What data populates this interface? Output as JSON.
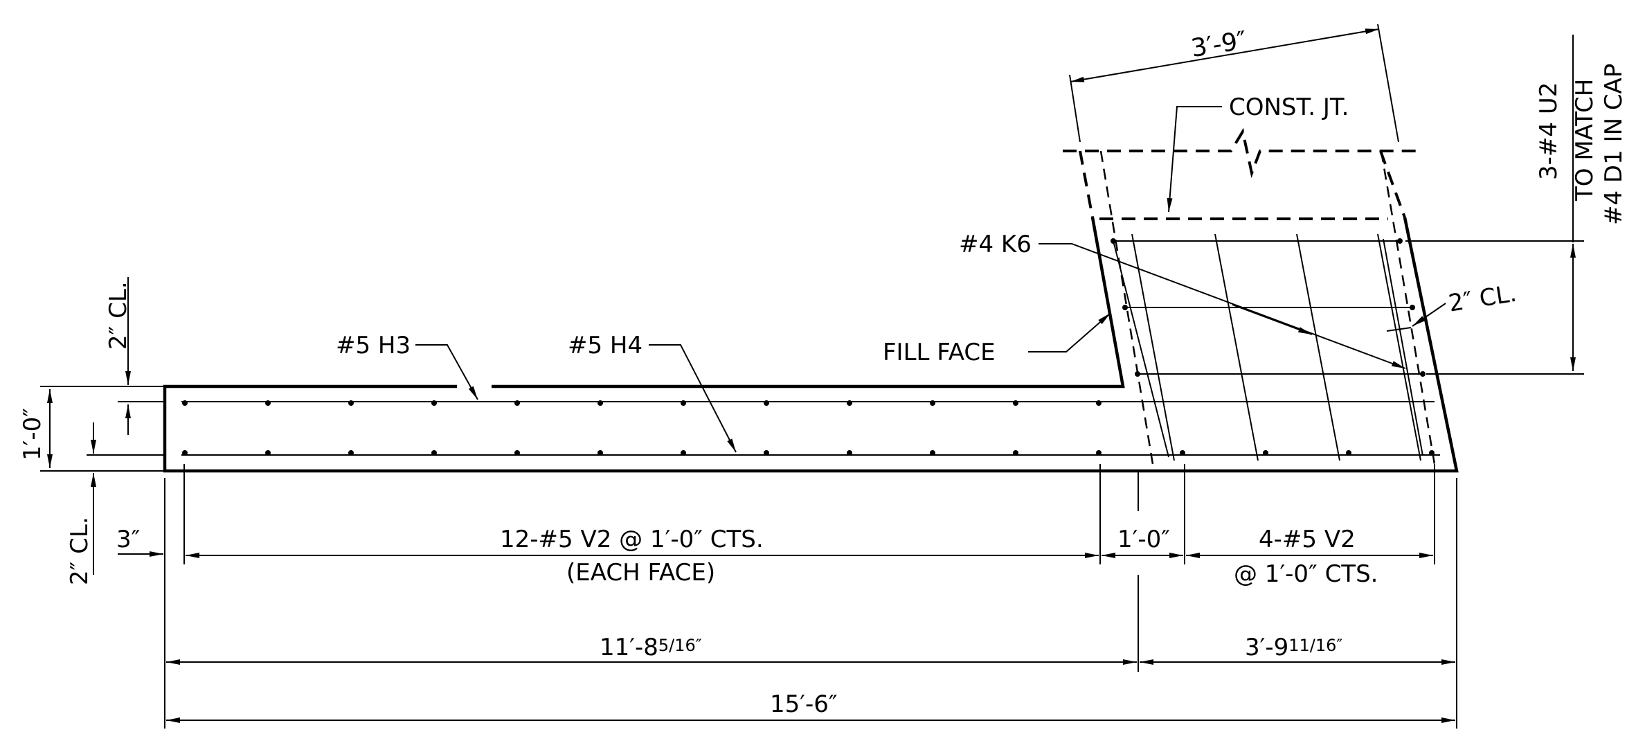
{
  "drawing": {
    "labels": {
      "dim_3_9": "3′-9″",
      "const_jt": "CONST. JT.",
      "u2_line1": "3-#4 U2",
      "u2_line2": "TO MATCH",
      "u2_line3": "#4 D1 IN CAP",
      "k6": "#4 K6",
      "cl_2_right": "2″ CL.",
      "fill_face": "FILL FACE",
      "h3": "#5 H3",
      "h4": "#5 H4",
      "cl_2_top": "2″ CL.",
      "dim_1_0_vert": "1′-0″",
      "cl_2_bottom": "2″ CL.",
      "dim_3in": "3″",
      "v2_main_line1": "12-#5 V2 @ 1′-0″ CTS.",
      "v2_main_line2": "(EACH FACE)",
      "dim_1_0_horiz": "1′-0″",
      "v2_wall_line1": "4-#5 V2",
      "v2_wall_line2": "@ 1′-0″ CTS.",
      "dim_11_8_main": "11′-8",
      "dim_11_8_frac": "5/16″",
      "dim_3_9_main": "3′-9",
      "dim_3_9_frac": "11/16″",
      "dim_15_6": "15′-6″"
    }
  }
}
